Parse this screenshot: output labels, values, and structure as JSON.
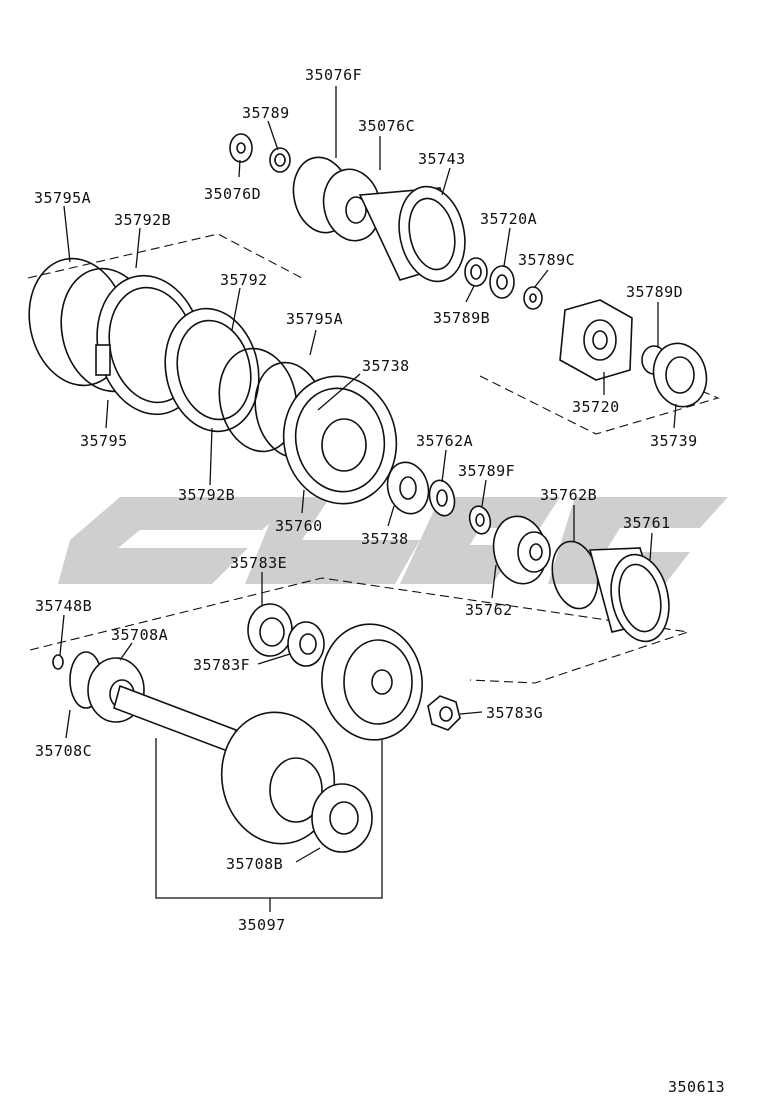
{
  "diagram_number": "350613",
  "labels": {
    "l35076F": "35076F",
    "l35789": "35789",
    "l35076C": "35076C",
    "l35743": "35743",
    "l35076D": "35076D",
    "l35795A_1": "35795A",
    "l35792B_1": "35792B",
    "l35720A": "35720A",
    "l35789C": "35789C",
    "l35792": "35792",
    "l35789D": "35789D",
    "l35795A_2": "35795A",
    "l35789B": "35789B",
    "l35738_1": "35738",
    "l35720": "35720",
    "l35795": "35795",
    "l35762A": "35762A",
    "l35739": "35739",
    "l35789F": "35789F",
    "l35792B_2": "35792B",
    "l35762B": "35762B",
    "l35761": "35761",
    "l35760": "35760",
    "l35738_2": "35738",
    "l35783E": "35783E",
    "l35762": "35762",
    "l35748B": "35748B",
    "l35708A": "35708A",
    "l35783F": "35783F",
    "l35783G": "35783G",
    "l35708C": "35708C",
    "l35708B": "35708B",
    "l35097": "35097"
  }
}
